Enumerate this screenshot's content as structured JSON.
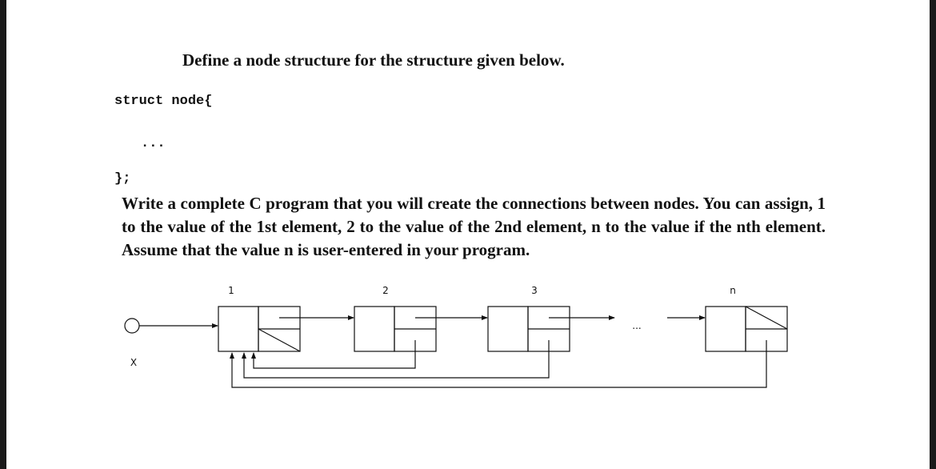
{
  "heading": "Define a node structure for the structure given below.",
  "code": {
    "open": "struct node{",
    "dots": "...",
    "close": "};"
  },
  "task": "Write a complete C program that you will create the connections between nodes. You can assign, 1 to the value of the 1st element, 2 to the value of the 2nd element, n to the value if the nth element. Assume that the value n is user-entered in your program.",
  "diagram": {
    "head_label": "X",
    "gap_dots": "...",
    "nodes": [
      {
        "label": "1"
      },
      {
        "label": "2"
      },
      {
        "label": "3"
      },
      {
        "label": "n"
      }
    ]
  }
}
